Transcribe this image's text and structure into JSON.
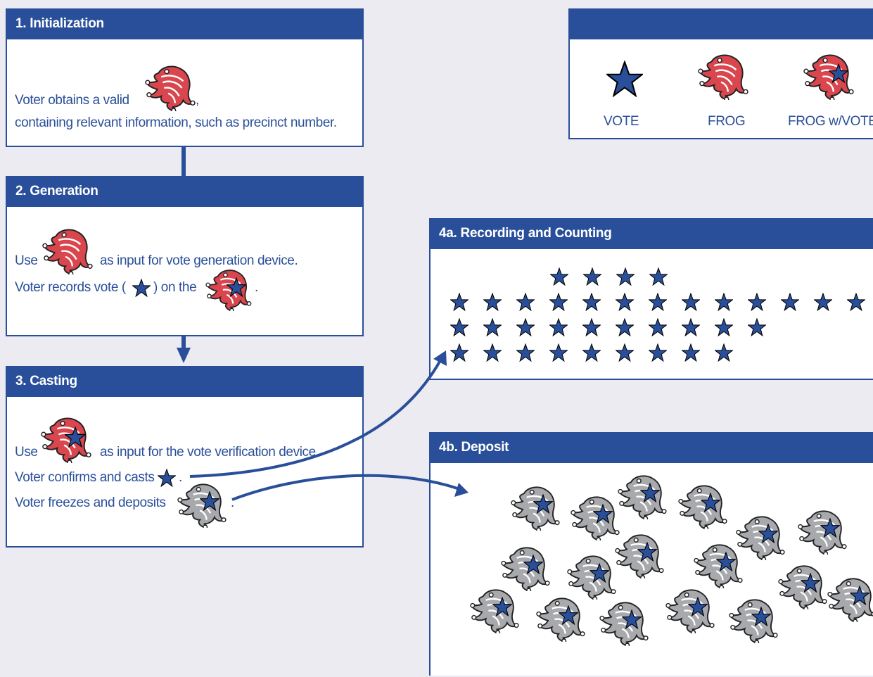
{
  "colors": {
    "background": "#ecebf1",
    "primary": "#2a4f9a",
    "frog_red": "#d9464e",
    "frog_gray": "#a7a9ad",
    "star_fill": "#2a4f9a"
  },
  "step1": {
    "title": "1. Initialization",
    "line1": "Voter obtains a valid",
    "line1_end": ",",
    "line2": "containing relevant information, such as precinct number."
  },
  "step2": {
    "title": "2. Generation",
    "line1_start": "Use",
    "line1_end": "as input for vote generation device.",
    "line2_start": "Voter records vote (",
    "line2_mid": ") on the",
    "line2_end": "."
  },
  "step3": {
    "title": "3. Casting",
    "line1_start": "Use",
    "line1_end": "as input for the vote verification device.",
    "line2_start": "Voter confirms and casts",
    "line2_end": ".",
    "line3_start": "Voter freezes and deposits",
    "line3_end": "."
  },
  "legend": {
    "title": "",
    "items": [
      {
        "label": "VOTE",
        "icon": "star-icon"
      },
      {
        "label": "FROG",
        "icon": "red-frog-icon"
      },
      {
        "label": "FROG w/VOTE",
        "icon": "frog-with-vote-icon"
      }
    ]
  },
  "step4a": {
    "title": "4a. Recording and Counting",
    "star_rows": [
      4,
      13,
      10,
      9
    ],
    "icon": "vote-star-icon"
  },
  "step4b": {
    "title": "4b. Deposit",
    "frozen_frog_count": 17,
    "icon": "frozen-frog-with-vote-icon"
  }
}
